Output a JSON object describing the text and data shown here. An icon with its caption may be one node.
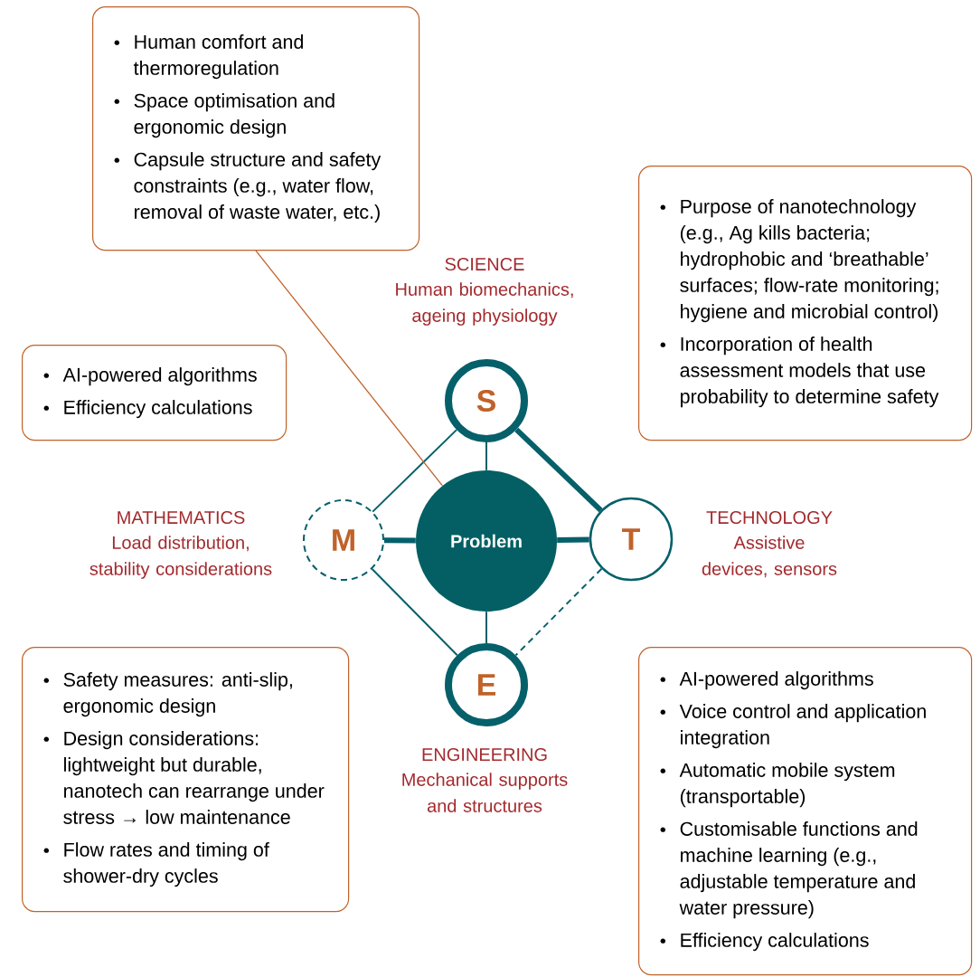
{
  "diagram": {
    "nodes": [
      {
        "text": [
          "Problem"
        ]
      },
      {
        "text": [
          "S"
        ],
        "beside": [
          "SCIENCE",
          "Human biomechanics, ageing physiology"
        ]
      },
      {
        "text": [
          "T"
        ],
        "beside": [
          "TECHNOLOGY",
          "Assistive devices, sensors"
        ]
      },
      {
        "text": [
          "E"
        ],
        "beside": [
          "ENGINEERING",
          "Mechanical supports and structures"
        ]
      },
      {
        "text": [
          "M"
        ],
        "beside": [
          "MATHEMATICS",
          "Load distribution, stability considerations"
        ]
      },
      {
        "text": [
          "Human comfort and thermoregulation",
          "Space optimisation and ergonomic design",
          "Capsule structure and safety constraints (e.g., water flow, removal of waste water, etc.)"
        ]
      },
      {
        "text": [
          "AI-powered algorithms",
          "Efficiency calculations"
        ]
      },
      {
        "text": [
          "Purpose of nanotechnology (e.g., Ag kills bacteria; hydrophobic and ‘breathable’ surfaces; flow-rate monitoring; hygiene and microbial control)",
          "Incorporation of health assessment models that use probability to determine safety"
        ]
      },
      {
        "text": [
          "Safety measures: anti-slip, ergonomic design",
          "Design considerations: lightweight but durable, nanotech can rearrange under stress → low maintenance",
          "Flow rates and timing of shower-dry cycles"
        ]
      },
      {
        "text": [
          "AI-powered algorithms",
          "Voice control and application integration",
          "Automatic mobile system (transportable)",
          "Customisable functions and machine learning (e.g., adjustable temperature and water pressure)",
          "Efficiency calculations"
        ]
      }
    ],
    "edges": [
      {
        "from": 0,
        "to": 1,
        "arrow": "none"
      },
      {
        "from": 0,
        "to": 2,
        "arrow": "none",
        "style": "thick"
      },
      {
        "from": 0,
        "to": 3,
        "arrow": "none"
      },
      {
        "from": 0,
        "to": 4,
        "arrow": "none",
        "style": "thick"
      },
      {
        "from": 1,
        "to": 2,
        "arrow": "none",
        "style": "thick"
      },
      {
        "from": 1,
        "to": 4,
        "arrow": "none"
      },
      {
        "from": 2,
        "to": 3,
        "arrow": "none",
        "style": "dashed"
      },
      {
        "from": 3,
        "to": 4,
        "arrow": "none"
      },
      {
        "from": 5,
        "to": 0,
        "arrow": "none",
        "color": "#c0622a"
      }
    ]
  }
}
